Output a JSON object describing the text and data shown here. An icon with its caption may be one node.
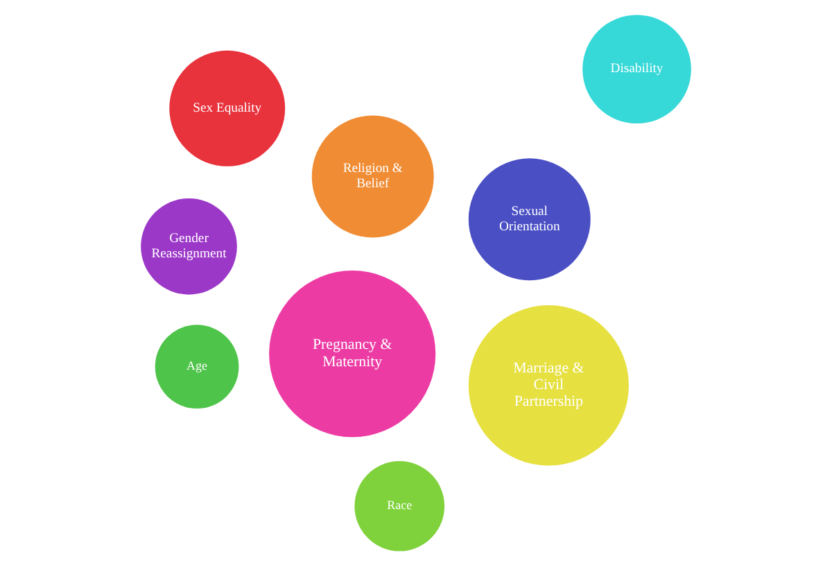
{
  "diagram": {
    "nodes": [
      {
        "text": [
          "Sexual Orientation"
        ]
      },
      {
        "text": [
          "Age"
        ]
      },
      {
        "text": [
          "Disability"
        ]
      },
      {
        "text": [
          "Religion & Belief"
        ]
      },
      {
        "text": [
          "Pregnancy & Maternity"
        ]
      },
      {
        "text": [
          "Marriage & Civil Partnership"
        ]
      },
      {
        "text": [
          "Sex Equality"
        ]
      },
      {
        "text": [
          "Race"
        ]
      },
      {
        "text": [
          "Gender Reassignment"
        ]
      }
    ]
  }
}
